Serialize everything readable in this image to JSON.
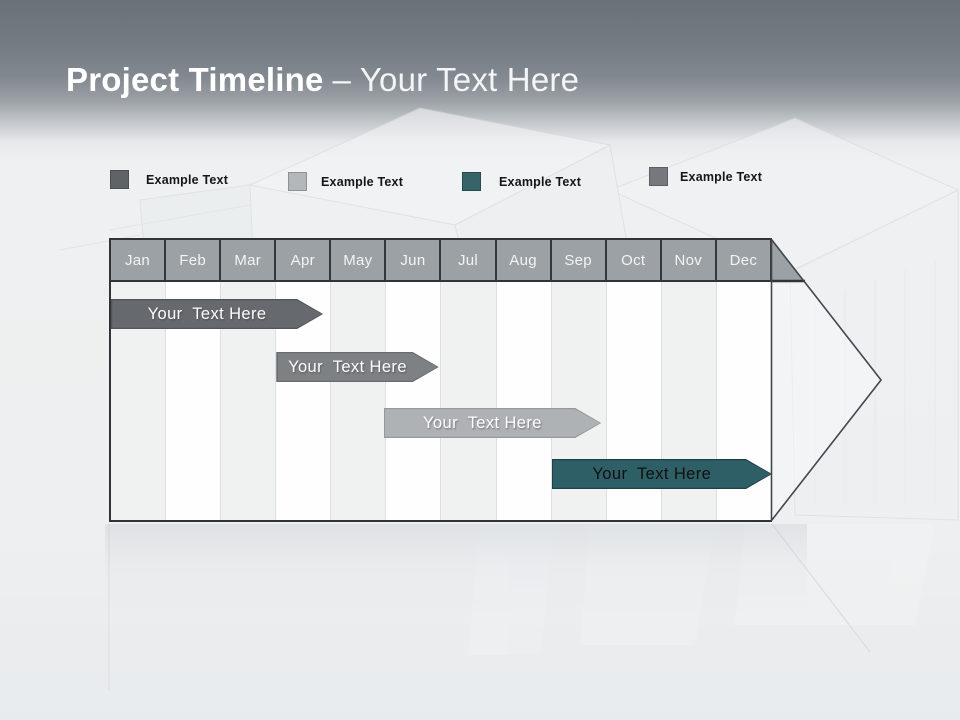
{
  "slide_title": {
    "primary": "Project Timeline",
    "secondary": "– Your Text Here"
  },
  "legend": {
    "items": [
      {
        "label": "Example Text",
        "color": "#5f6367",
        "border_color": "#4b4e52"
      },
      {
        "label": "Example Text",
        "color": "#b3b7ba",
        "border_color": "#8e9295"
      },
      {
        "label": "Example Text",
        "color": "#366469",
        "border_color": "#254a50"
      },
      {
        "label": "Example Text",
        "color": "#75797d",
        "border_color": "#5b5f63"
      }
    ]
  },
  "chart_data": {
    "type": "bar",
    "subtype": "gantt-timeline",
    "title": "Project Timeline – Your Text Here",
    "categories": [
      "Jan",
      "Feb",
      "Mar",
      "Apr",
      "May",
      "Jun",
      "Jul",
      "Aug",
      "Sep",
      "Oct",
      "Nov",
      "Dec"
    ],
    "x_axis": {
      "unit": "months",
      "range": [
        0,
        12
      ]
    },
    "header_bg": "#9ba1a5",
    "legend_position": "top",
    "series": [
      {
        "label": "Your  Text Here",
        "row": 1,
        "start_month": 0.0,
        "end_month": 3.85,
        "fill": "#66696d",
        "border": "#515458",
        "text_color": "#fbfcfd"
      },
      {
        "label": "Your  Text Here",
        "row": 2,
        "start_month": 3.0,
        "end_month": 5.95,
        "fill": "#7d8184",
        "border": "#686c70",
        "text_color": "#fbfcfd"
      },
      {
        "label": "Your  Text Here",
        "row": 3,
        "start_month": 4.95,
        "end_month": 8.9,
        "fill": "#aeb2b5",
        "border": "#96999c",
        "text_color": "#fdfdfe"
      },
      {
        "label": "Your  Text Here",
        "row": 4,
        "start_month": 8.0,
        "end_month": 12.0,
        "fill": "#2e5f66",
        "border": "#1d4046",
        "text_color": "#101010"
      }
    ]
  }
}
